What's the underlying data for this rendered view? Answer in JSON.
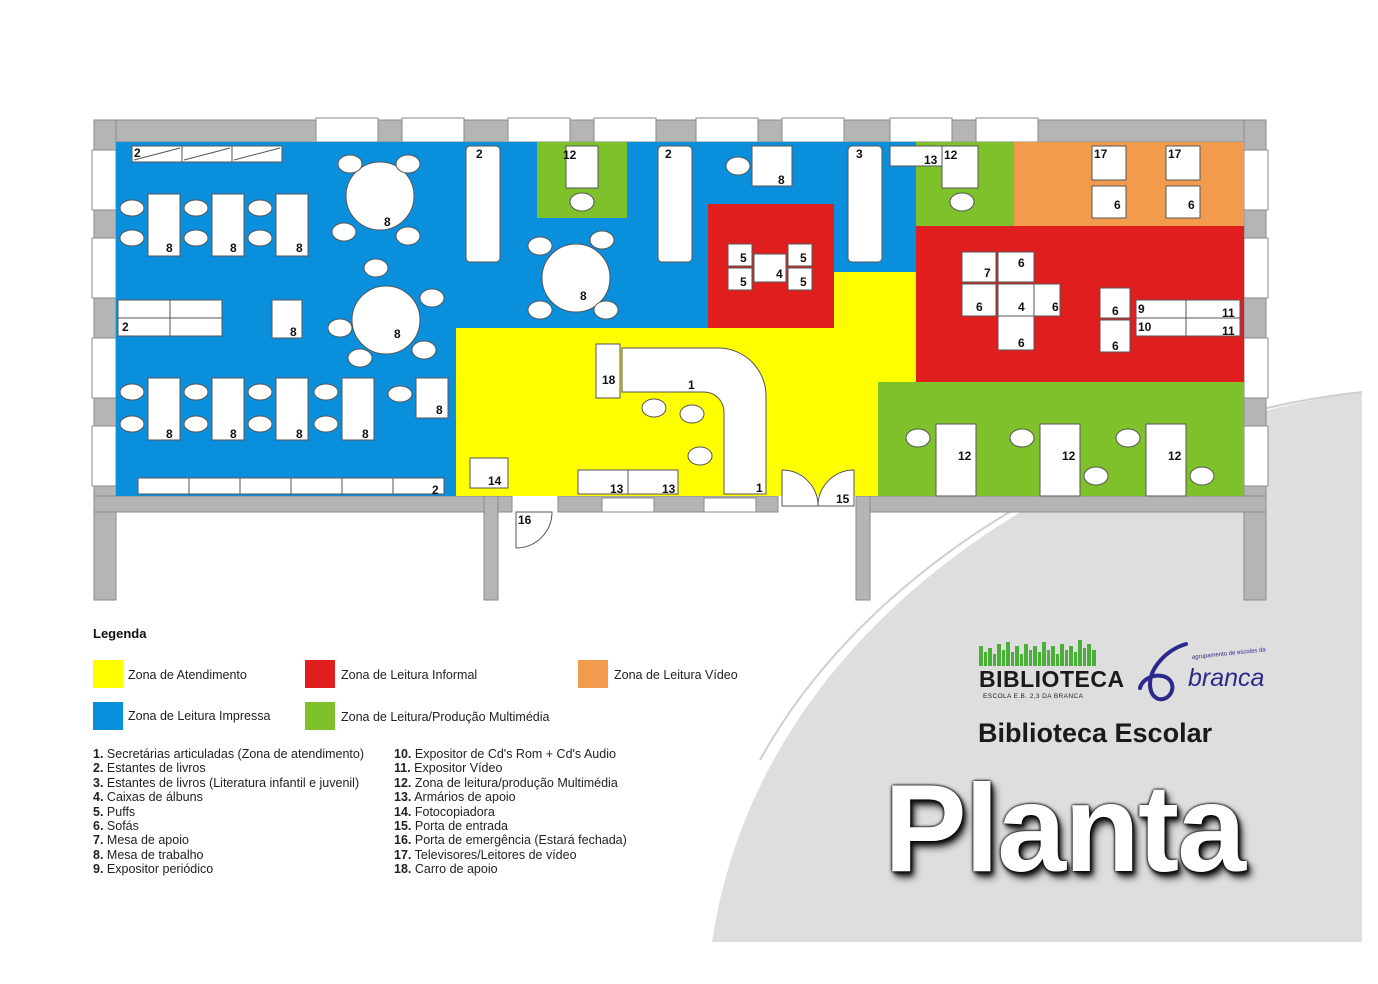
{
  "legend": {
    "title": "Legenda",
    "zones": [
      {
        "label": "Zona de Atendimento",
        "color": "#ffff00"
      },
      {
        "label": "Zona de Leitura Informal",
        "color": "#e01e1e"
      },
      {
        "label": "Zona de Leitura Vídeo",
        "color": "#f29b4c"
      },
      {
        "label": "Zona de Leitura Impressa",
        "color": "#0a8fdd"
      },
      {
        "label": "Zona de Leitura/Produção Multimédia",
        "color": "#7ec12b"
      }
    ],
    "items_left": [
      {
        "num": "1.",
        "text": "Secretárias articuladas (Zona de atendimento)"
      },
      {
        "num": "2.",
        "text": "Estantes de livros"
      },
      {
        "num": "3.",
        "text": "Estantes de livros (Literatura infantil e juvenil)"
      },
      {
        "num": "4.",
        "text": "Caixas de álbuns"
      },
      {
        "num": "5.",
        "text": "Puffs"
      },
      {
        "num": "6.",
        "text": "Sofás"
      },
      {
        "num": "7.",
        "text": "Mesa de apoio"
      },
      {
        "num": "8.",
        "text": "Mesa de trabalho"
      },
      {
        "num": "9.",
        "text": "Expositor periódico"
      }
    ],
    "items_right": [
      {
        "num": "10.",
        "text": "Expositor de Cd's Rom + Cd's Audio"
      },
      {
        "num": "11.",
        "text": "Expositor Vídeo"
      },
      {
        "num": "12.",
        "text": "Zona de leitura/produção Multimédia"
      },
      {
        "num": "13.",
        "text": "Armários de apoio"
      },
      {
        "num": "14.",
        "text": "Fotocopiadora"
      },
      {
        "num": "15.",
        "text": "Porta de entrada"
      },
      {
        "num": "16.",
        "text": "Porta de emergência (Estará fechada)"
      },
      {
        "num": "17.",
        "text": "Televisores/Leitores de vídeo"
      },
      {
        "num": "18.",
        "text": "Carro de apoio"
      }
    ]
  },
  "branding": {
    "logo_word": "BIBLIOTECA",
    "logo_sub": "ESCOLA E.B. 2,3 DA BRANCA",
    "agrupamento_small": "agrupamento de escolas da",
    "agrupamento_word": "branca",
    "subtitle": "Biblioteca Escolar",
    "title": "Planta"
  },
  "plan": {
    "markers": {
      "shelf_2": "2",
      "shelf_3": "3",
      "desk_1": "1",
      "table_8": "8",
      "puff_5": "5",
      "albums_4": "4",
      "sofa_6": "6",
      "table_7": "7",
      "periodic_9": "9",
      "cd_10": "10",
      "video_11": "11",
      "multimedia_12": "12",
      "cabinet_13": "13",
      "copier_14": "14",
      "entry_15": "15",
      "emergency_16": "16",
      "tv_17": "17",
      "cart_18": "18"
    },
    "colors": {
      "wall": "#b5b5b5",
      "atendimento": "#ffff00",
      "informal": "#e01e1e",
      "video": "#f29b4c",
      "impressa": "#0a8fdd",
      "multimedia": "#7ec12b",
      "brand_green": "#4caf3a",
      "brand_blue": "#2b2a8c"
    }
  }
}
